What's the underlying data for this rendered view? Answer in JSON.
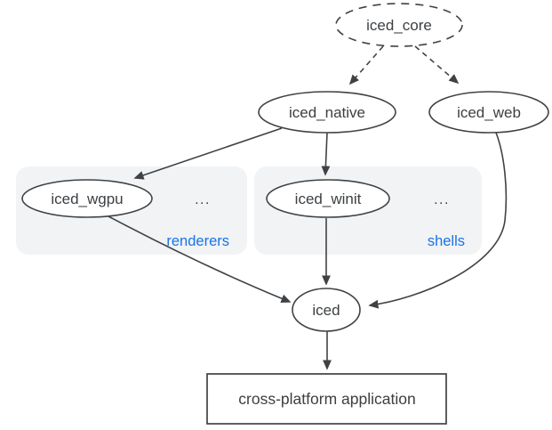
{
  "colors": {
    "stroke": "#3f4245",
    "text": "#3c4043",
    "accent": "#1a73e8",
    "group_fill": "#f1f3f5",
    "node_fill": "#ffffff",
    "background": "#ffffff"
  },
  "nodes": {
    "core": {
      "label": "iced_core"
    },
    "native": {
      "label": "iced_native"
    },
    "web": {
      "label": "iced_web"
    },
    "wgpu": {
      "label": "iced_wgpu"
    },
    "winit": {
      "label": "iced_winit"
    },
    "iced": {
      "label": "iced"
    },
    "app": {
      "label": "cross-platform application"
    }
  },
  "groups": {
    "renderers": {
      "label": "renderers",
      "ellipsis": "..."
    },
    "shells": {
      "label": "shells",
      "ellipsis": "..."
    }
  }
}
